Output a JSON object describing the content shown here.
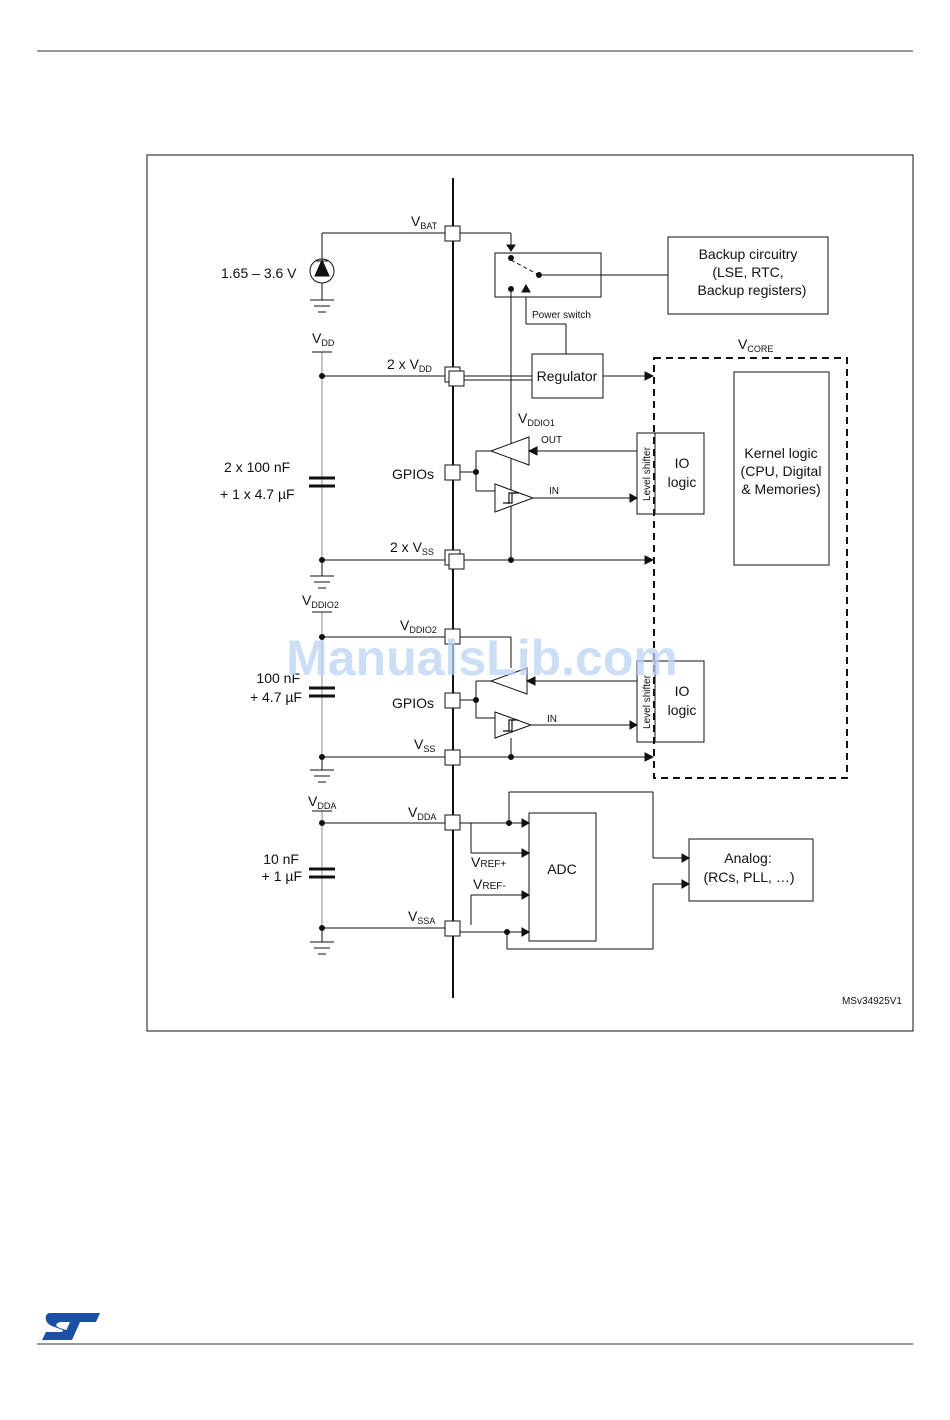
{
  "diagram": {
    "source_range": "1.65 – 3.6 V",
    "backup": {
      "line1": "Backup circuitry",
      "line2": "(LSE, RTC,",
      "line3": "Backup registers)"
    },
    "power_switch": "Power switch",
    "regulator": "Regulator",
    "vcore": {
      "base": "V",
      "sub": "CORE"
    },
    "kernel": {
      "line1": "Kernel logic",
      "line2": "(CPU, Digital",
      "line3": "& Memories)"
    },
    "vbat": {
      "base": "V",
      "sub": "BAT"
    },
    "vdd_left": {
      "base": "V",
      "sub": "DD"
    },
    "vdd_pin": {
      "prefix": "2 x V",
      "sub": "DD"
    },
    "vddio1": {
      "base": "V",
      "sub": "DDIO1"
    },
    "out": "OUT",
    "in": "IN",
    "gpios": "GPIOs",
    "level_shifter": "Level shifter",
    "io_logic": {
      "line1": "IO",
      "line2": "logic"
    },
    "cap1": {
      "line1": "2 x 100 nF",
      "line2": "+ 1 x 4.7 µF"
    },
    "vss_pin": {
      "prefix": "2 x V",
      "sub": "SS"
    },
    "vddio2_left": {
      "base": "V",
      "sub": "DDIO2"
    },
    "vddio2_pin": {
      "base": "V",
      "sub": "DDIO2"
    },
    "cap2": {
      "line1": "100 nF",
      "line2": "+ 4.7 µF"
    },
    "vss2": {
      "base": "V",
      "sub": "SS"
    },
    "vdda_left": {
      "base": "V",
      "sub": "DDA"
    },
    "vdda_pin": {
      "base": "V",
      "sub": "DDA"
    },
    "vrefp": {
      "base": "V",
      "sub": "REF+"
    },
    "vrefm": {
      "base": "V",
      "sub": "REF-"
    },
    "adc": "ADC",
    "analog": {
      "line1": "Analog:",
      "line2": "(RCs, PLL, …)"
    },
    "cap3": {
      "line1": "10 nF",
      "line2": "+ 1 µF"
    },
    "vssa": {
      "base": "V",
      "sub": "SSA"
    },
    "figure_id": "MSv34925V1"
  },
  "watermark": "ManualsLib.com",
  "logo": "ST",
  "colors": {
    "line": "#111111",
    "watermark": "#b9d3f2",
    "logo": "#1b4fa3"
  }
}
